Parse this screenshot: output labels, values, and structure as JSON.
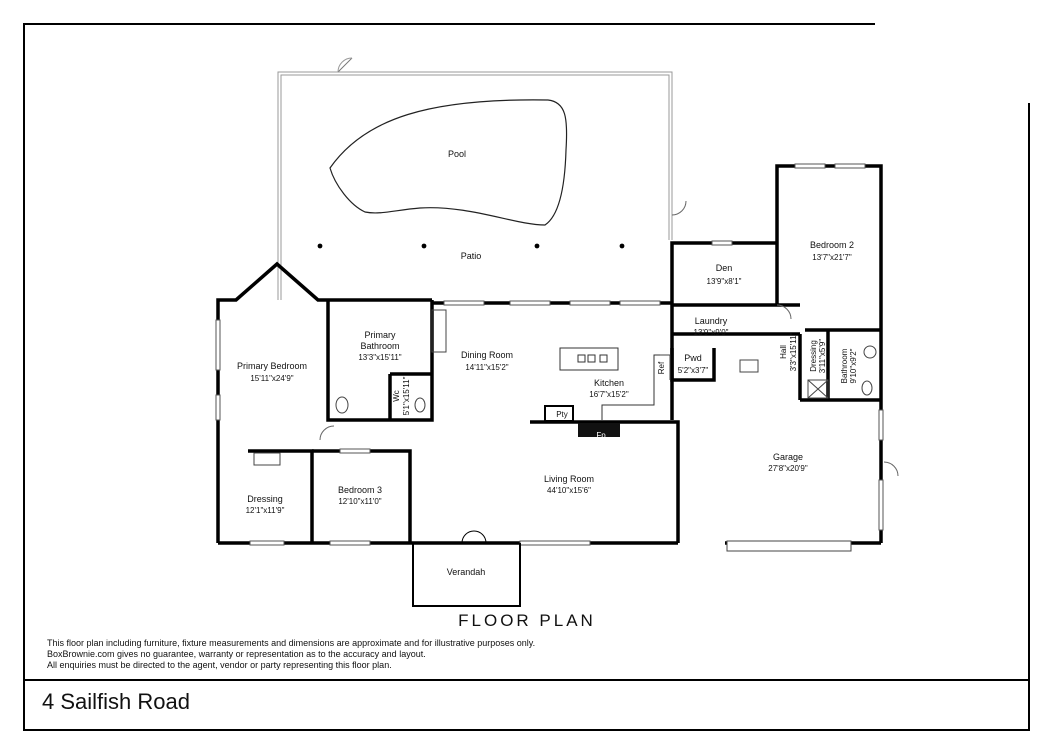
{
  "rooms": {
    "pool": {
      "name": "Pool"
    },
    "patio": {
      "name": "Patio"
    },
    "den": {
      "name": "Den",
      "dims": "13'9\"x8'1\""
    },
    "bedroom2": {
      "name": "Bedroom 2",
      "dims": "13'7\"x21'7\""
    },
    "laundry": {
      "name": "Laundry",
      "dims": "13'9\"x9'0\""
    },
    "primary_bedroom": {
      "name": "Primary Bedroom",
      "dims": "15'11\"x24'9\""
    },
    "primary_bathroom": {
      "name1": "Primary",
      "name2": "Bathroom",
      "dims": "13'3\"x15'11\""
    },
    "dining": {
      "name": "Dining Room",
      "dims": "14'11\"x15'2\""
    },
    "kitchen": {
      "name": "Kitchen",
      "dims": "16'7\"x15'2\""
    },
    "ref": {
      "name": "Ref"
    },
    "pwd": {
      "name": "Pwd",
      "dims": "5'2\"x3'7\""
    },
    "hall": {
      "name": "Hall",
      "dims": "3'3\"x15'11\""
    },
    "dressing_small": {
      "name": "Dressing",
      "dims": "3'11\"x5'9\""
    },
    "bathroom": {
      "name": "Bathroom",
      "dims": "9'10\"x9'2\""
    },
    "wc": {
      "name": "Wc",
      "dims": "5'1\"x15'11\""
    },
    "pty": {
      "name": "Pty"
    },
    "fp": {
      "name": "Fp"
    },
    "garage": {
      "name": "Garage",
      "dims": "27'8\"x20'9\""
    },
    "dressing": {
      "name": "Dressing",
      "dims": "12'1\"x11'9\""
    },
    "bedroom3": {
      "name": "Bedroom 3",
      "dims": "12'10\"x11'0\""
    },
    "living": {
      "name": "Living Room",
      "dims": "44'10\"x15'6\""
    },
    "verandah": {
      "name": "Verandah"
    }
  },
  "title": "FLOOR PLAN",
  "disclaimer": [
    "This floor plan including furniture, fixture measurements and dimensions are approximate and for illustrative purposes only.",
    "BoxBrownie.com gives no guarantee, warranty or representation as to the accuracy and layout.",
    "All enquiries must be directed to the agent, vendor or party representing this floor plan."
  ],
  "address": "4 Sailfish Road"
}
